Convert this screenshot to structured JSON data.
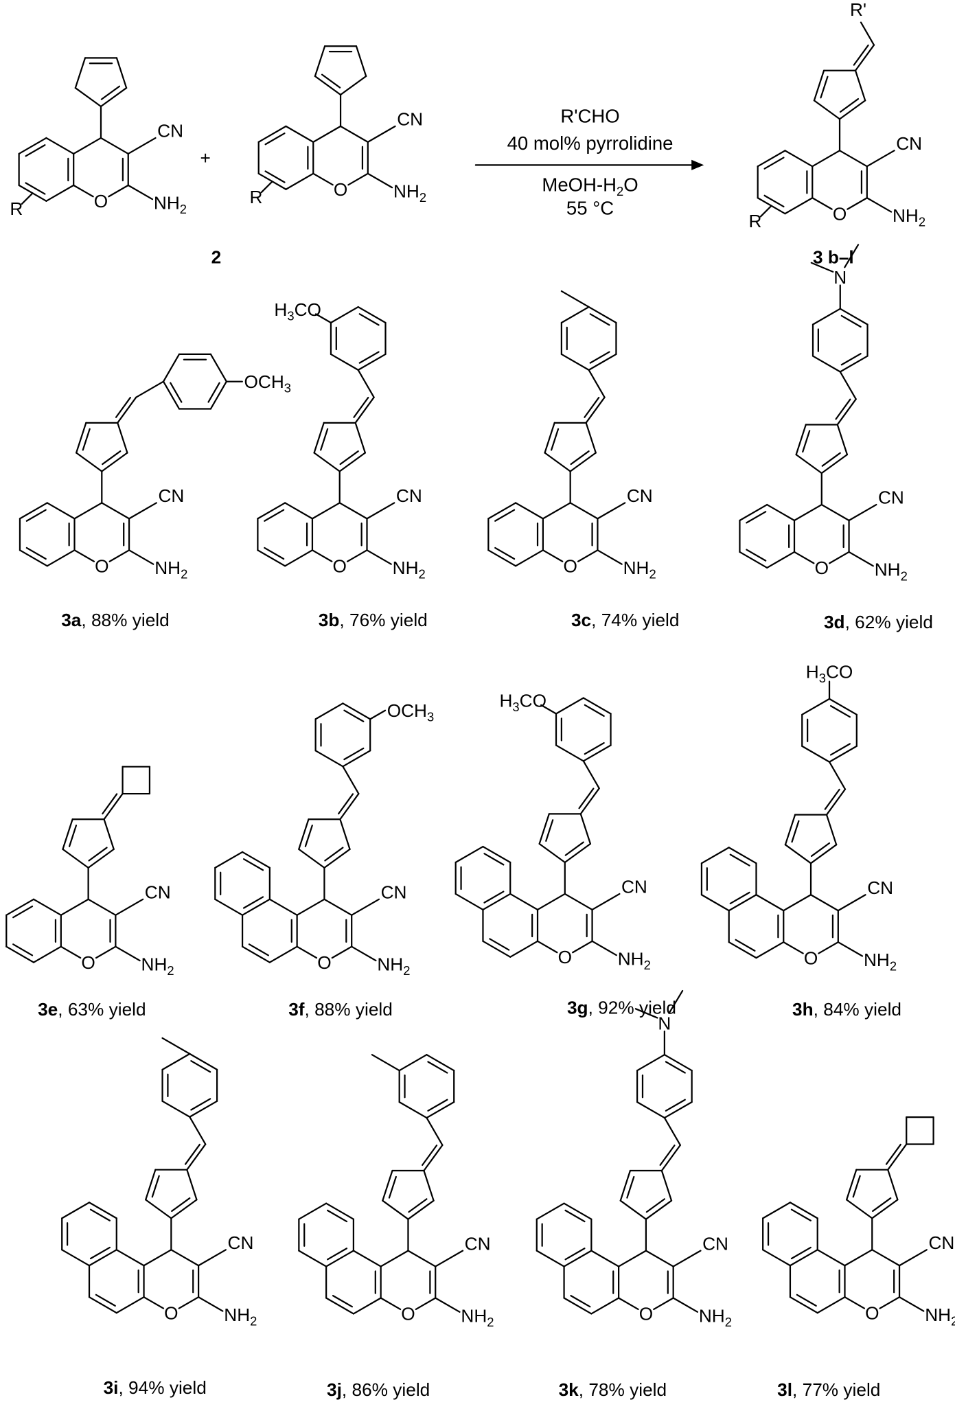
{
  "scheme": {
    "plus": "+",
    "reagent": "R'CHO",
    "catalyst": "40 mol% pyrrolidine",
    "solvent": [
      "MeOH-H",
      "2",
      "O"
    ],
    "temperature": "55 °C",
    "reactant_label": "2",
    "product_label": "3 b–l"
  },
  "atoms": {
    "cn": "CN",
    "nh": "NH",
    "nh_sub": "2",
    "o": "O",
    "r": "R",
    "r_prime": "R'"
  },
  "compounds": [
    {
      "id": "3a",
      "yield": ", 88% yield",
      "substituent_label": [
        "OCH",
        "3",
        ""
      ]
    },
    {
      "id": "3b",
      "yield": ", 76% yield",
      "substituent_label": [
        "H",
        "3",
        "CO"
      ]
    },
    {
      "id": "3c",
      "yield": ", 74% yield",
      "substituent_label": null
    },
    {
      "id": "3d",
      "yield": ", 62% yield",
      "substituent_label": [
        "N",
        "",
        ""
      ]
    },
    {
      "id": "3e",
      "yield": ", 63% yield",
      "substituent_label": null
    },
    {
      "id": "3f",
      "yield": ", 88% yield",
      "substituent_label": [
        "OCH",
        "3",
        ""
      ]
    },
    {
      "id": "3g",
      "yield": ", 92% yield",
      "substituent_label": [
        "H",
        "3",
        "CO"
      ]
    },
    {
      "id": "3h",
      "yield": ", 84% yield",
      "substituent_label": [
        "H",
        "3",
        "CO"
      ]
    },
    {
      "id": "3i",
      "yield": ", 94% yield",
      "substituent_label": null
    },
    {
      "id": "3j",
      "yield": ", 86% yield",
      "substituent_label": null
    },
    {
      "id": "3k",
      "yield": ", 78% yield",
      "substituent_label": [
        "N",
        "",
        ""
      ]
    },
    {
      "id": "3l",
      "yield": ", 77% yield",
      "substituent_label": null
    }
  ]
}
